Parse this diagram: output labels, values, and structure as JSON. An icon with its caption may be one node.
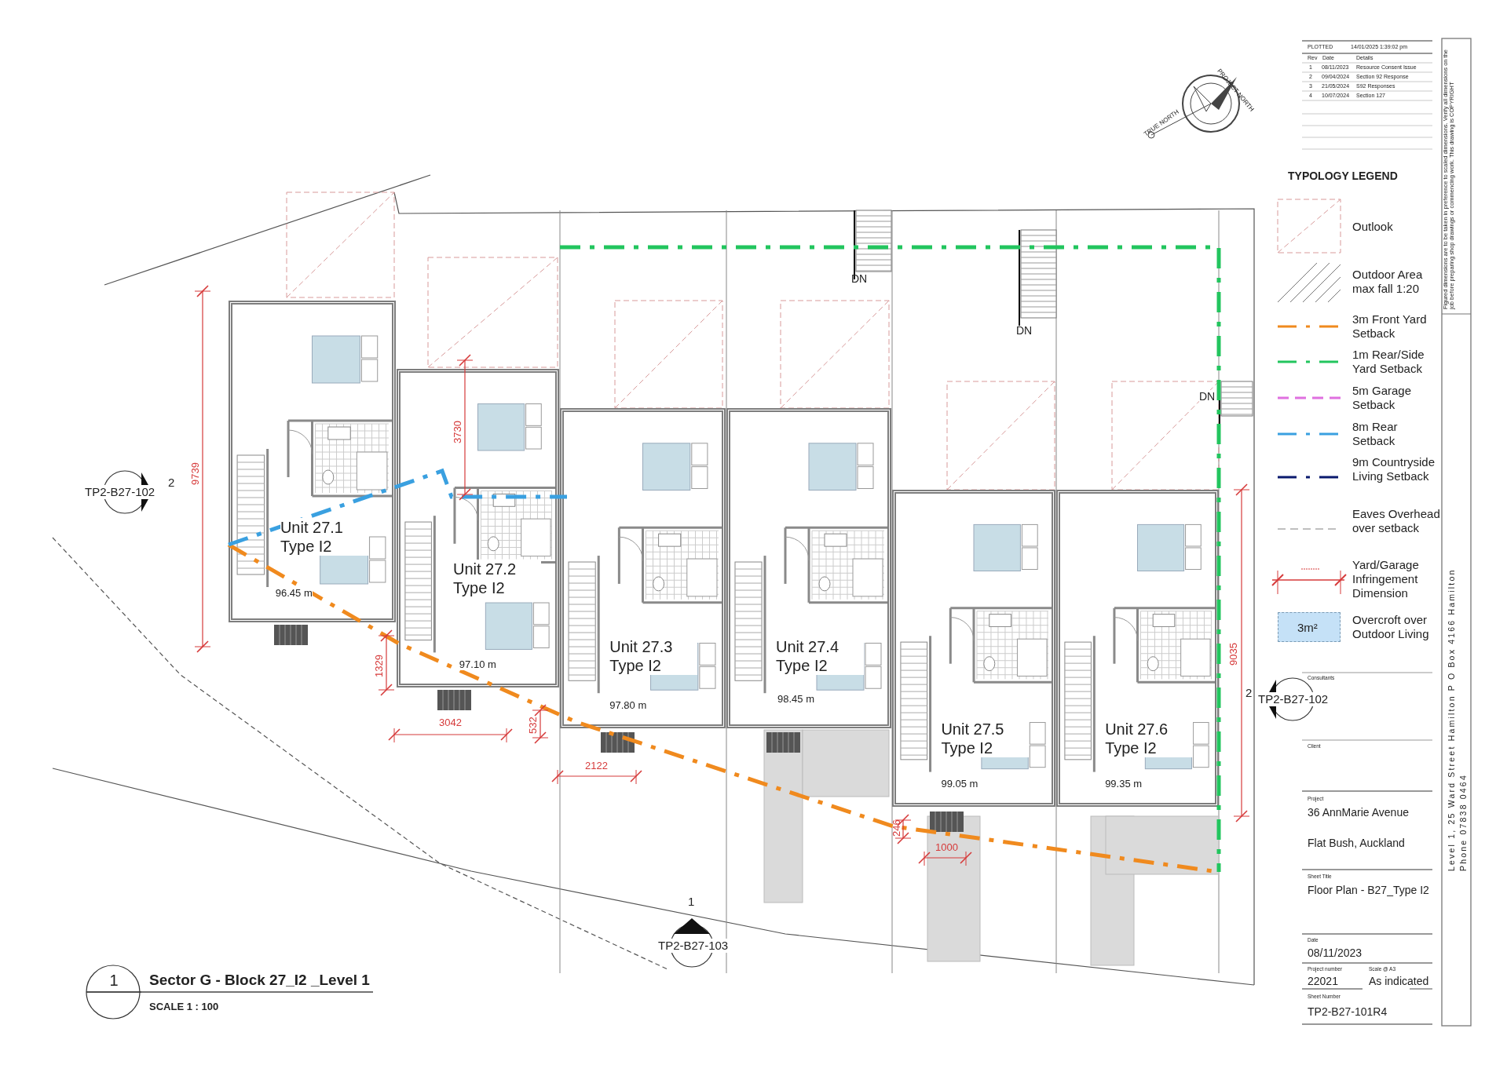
{
  "diagram": {
    "title": "Sector G - Block 27_I2 _Level 1",
    "nodes": [
      {
        "text": [
          "Unit 27.1 Type I2",
          "96.45 m"
        ]
      },
      {
        "text": [
          "Unit 27.2 Type I2",
          "97.10 m"
        ]
      },
      {
        "text": [
          "Unit 27.3 Type I2",
          "97.80 m"
        ]
      },
      {
        "text": [
          "Unit 27.4 Type I2",
          "98.45 m"
        ]
      },
      {
        "text": [
          "Unit 27.5 Type I2",
          "99.05 m"
        ]
      },
      {
        "text": [
          "Unit 27.6 Type I2",
          "99.35 m"
        ]
      },
      {
        "text": [
          "TP2-B27-102"
        ],
        "beside": [
          "2"
        ]
      },
      {
        "text": [
          "TP2-B27-102"
        ],
        "beside": [
          "2"
        ]
      },
      {
        "text": [
          "TP2-B27-103"
        ],
        "beside": [
          "1"
        ]
      },
      {
        "text": [
          "1"
        ]
      }
    ],
    "labels": [
      "PLOTTED",
      "14/01/2025 1:39:02 pm",
      "Rev",
      "Date",
      "Details",
      "1",
      "08/11/2023",
      "Resource Consent Issue",
      "2",
      "09/04/2024",
      "Section 92 Response",
      "3",
      "21/05/2024",
      "S92 Responses",
      "4",
      "10/07/2024",
      "Section 127",
      "Figured dimensions are to be taken in preference to scaled dimensions. Verify all dimensions on the job before preparing shop drawings or commencing work. This drawing is COPYRIGHT",
      "PROJECT NORTH",
      "TRUE NORTH",
      "TYPOLOGY LEGEND",
      "3m²",
      "DN",
      "DN",
      "DN",
      "9739",
      "3730",
      "1329",
      "3042",
      "532",
      "2122",
      "246",
      "1000",
      "9035",
      "Consultants",
      "Client",
      "Project",
      "36 AnnMarie Avenue",
      "Flat Bush, Auckland",
      "Sheet Title",
      "Floor Plan - B27_Type I2",
      "Date",
      "08/11/2023",
      "Project number",
      "Scale @ A3",
      "22021",
      "As indicated",
      "Sheet Number",
      "TP2-B27-101R4",
      "Level 1, 25 Ward Street Hamilton P O Box 4166 Hamilton",
      "Phone 07838 0464",
      "SCALE 1 : 100"
    ],
    "legend": [
      {
        "text": "Outlook"
      },
      {
        "text": "Outdoor Area max fall 1:20"
      },
      {
        "text": "3m Front Yard Setback"
      },
      {
        "text": "1m Rear/Side Yard Setback"
      },
      {
        "text": "5m Garage Setback"
      },
      {
        "text": "8m Rear Setback"
      },
      {
        "text": "9m Countryside Living Setback"
      },
      {
        "text": "Eaves Overhead over setback"
      },
      {
        "text": "Yard/Garage Infringement Dimension"
      },
      {
        "text": "Overcroft over Outdoor Living",
        "color": "#c5e1f7"
      }
    ]
  }
}
